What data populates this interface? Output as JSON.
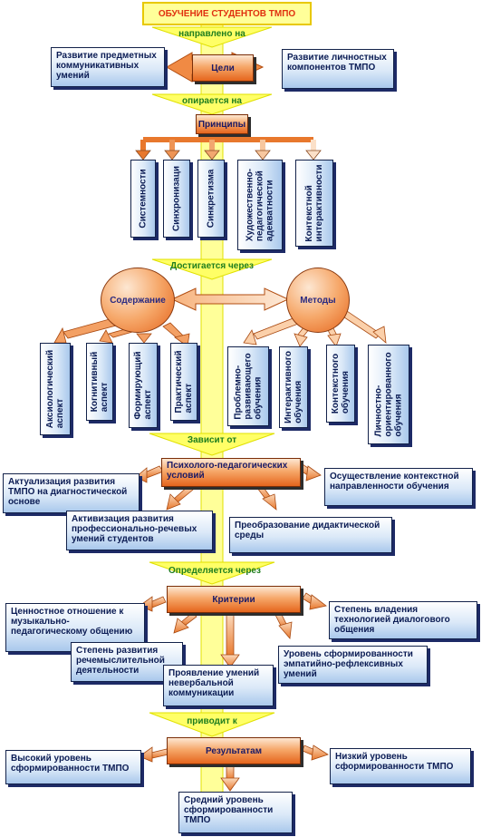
{
  "title": "ОБУЧЕНИЕ СТУДЕНТОВ ТМПО",
  "connectors": {
    "directed_to": "направлено на",
    "relies_on": "опирается на",
    "achieved_by": "Достигается через",
    "depends_on": "Зависит от",
    "defined_by": "Определяется через",
    "leads_to": "приводит к"
  },
  "goals": {
    "center": "Цели",
    "left": "Развитие предметных коммуникативных умений",
    "right": "Развитие личностных компонентов ТМПО"
  },
  "principles": {
    "center": "Принципы",
    "items": [
      "Системности",
      "Синхронизаци",
      "Синкретизма",
      "Художественно-\nпедагогической\nадекватности",
      "Контекстной\nинтерактивности"
    ]
  },
  "content": {
    "center": "Содержание",
    "items": [
      "Аксиологический\nаспект",
      "Когнитивный\nаспект",
      "Формирующий\nаспект",
      "Практический\nаспект"
    ]
  },
  "methods": {
    "center": "Методы",
    "items": [
      "Проблемно-\nразвивающего\nобучения",
      "Интерактивного\nобучения",
      "Контекстного\nобучения",
      "Личностно-\nориентированного\nобучения"
    ]
  },
  "conditions": {
    "center": "Психолого-педагогических условий",
    "items": [
      "Актуализация развития ТМПО на диагностической основе",
      "Осуществление контекстной направленности обучения",
      "Активизация развития профессионально-речевых умений студентов",
      "Преобразование дидактической среды"
    ]
  },
  "criteria": {
    "center": "Критерии",
    "items": [
      "Ценностное отношение к музыкально-педагогическому общению",
      "Степень владения технологией диалогового общения",
      "Степень развития речемыслительной деятельности",
      "Уровень сформированности эмпатийно-рефлексивных умений",
      "Проявление умений невербальной коммуникации"
    ]
  },
  "results": {
    "center": "Результатам",
    "items": [
      "Высокий уровень сформированности ТМПО",
      "Низкий уровень сформированности ТМПО",
      "Средний уровень сформированности ТМПО"
    ]
  },
  "colors": {
    "spine": "#ffff99",
    "spine_edge": "#e8e800",
    "orange": "#ef7d32",
    "box_fill": "#dbe9f8",
    "box_border": "#13224a",
    "connector_text": "#1e7d1e"
  }
}
